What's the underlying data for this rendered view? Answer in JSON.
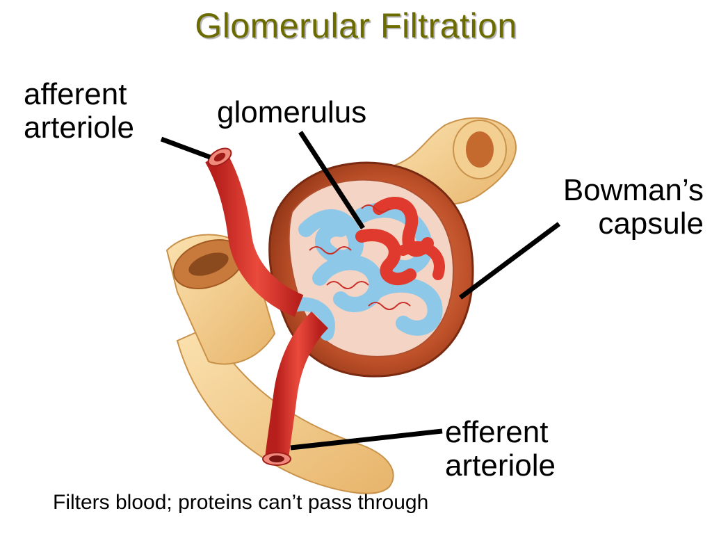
{
  "slide": {
    "title": "Glomerular Filtration",
    "caption": "Filters blood; proteins can’t pass through"
  },
  "labels": {
    "afferent": {
      "line1": "afferent",
      "line2": "arteriole"
    },
    "glomerulus": {
      "line1": "glomerulus"
    },
    "bowman": {
      "line1": "Bowman’s",
      "line2": "capsule"
    },
    "efferent": {
      "line1": "efferent",
      "line2": "arteriole"
    }
  },
  "colors": {
    "title": "#6b6b00",
    "arteriole_red": "#d9302a",
    "capillary_blue": "#8ec8e8",
    "capsule_brown": "#b5481e",
    "tubule_tan": "#f0c880",
    "leader_line": "#000000"
  }
}
